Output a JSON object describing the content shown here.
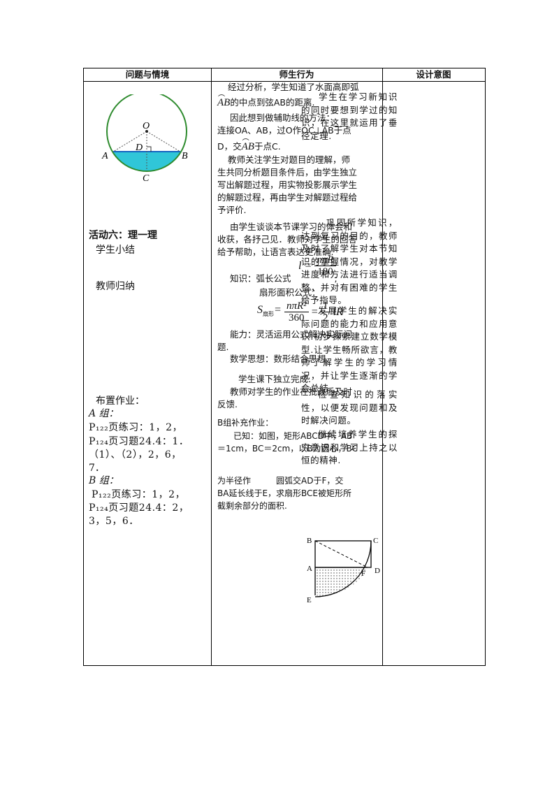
{
  "headers": [
    "问题与情境",
    "师生行为",
    "设计意图"
  ],
  "figure1_labels": {
    "O": "O",
    "D": "D",
    "A": "A",
    "B": "B",
    "C": "C"
  },
  "col1": {
    "activity_title": "活动六：理一理",
    "student_summary": "学生小结",
    "teacher_summary": "教师归纳",
    "homework": "布置作业：",
    "groupA": "A 组：",
    "a_line1": "P₁₂₂页练习：1，2，",
    "a_line2": "P₁₂₄页习题24.4：1．",
    "a_line3": "（1）、（2），2，6，",
    "a_line4": "7．",
    "groupB": "B 组：",
    "b_line1": "P₁₂₂页练习：1，2，",
    "b_line2": "P₁₂₄页习题24.4：2，",
    "b_line3": "3，5，6．"
  },
  "col2": {
    "p1_l1": "经过分析，学生知道了水面高即弧",
    "p1_l2": "的中点到弦AB的距离.",
    "p1_l3": "因此想到做辅助线的方法：",
    "p1_l4": "连接OA、AB，过O作OC⊥AB于点",
    "p1_l5": "D，交",
    "p1_l5b": "于点C.",
    "arc_label": "AB",
    "p2_l1": "教师关注学生对题目的理解，师",
    "p2_l2": "生共同分析题目条件后，由学生独立",
    "p2_l3": "写出解题过程，用实物投影展示学生",
    "p2_l4": "的解题过程，再由学生对解题过程给",
    "p2_l5": "予评价.",
    "p3_l1": "由学生谈谈本节课学习的体会和",
    "p3_l2": "收获，各抒己见．教师对学生的回答",
    "p3_l3": "给予帮助，让语言表达更准确.",
    "knowledge": "知识：弧长公式",
    "formula1_lhs": "l =",
    "formula1_num": "nπR",
    "formula1_den": "180",
    "sector_label": "扇形面积公式：",
    "formula2_lhs": "S",
    "formula2_sub": "扇形",
    "formula2_num": "nπR²",
    "formula2_den": "360",
    "formula2_num2": "1",
    "formula2_den2": "2",
    "formula2_tail": "lR",
    "ability1": "能力：灵活运用公式解决实际问",
    "ability2": "题.",
    "math_thought": "数学思想：数形结合思想.",
    "p4_l1": "学生课下独立完成.",
    "p4_l2": "教师对学生的作业在批改后及时",
    "p4_l3": "反馈.",
    "b_title": "B组补充作业：",
    "b_l1": "已知：如图，矩形ABCD中，AB",
    "b_l2": "＝1cm，BC＝2cm，以B为圆心，BC",
    "b_l3": "为半径作　　　圆弧交AD于F，交",
    "b_l4": "BA延长线于E，求扇形BCE被矩形所",
    "b_l5": "截剩余部分的面积."
  },
  "figure2_labels": {
    "B": "B",
    "C": "C",
    "A": "A",
    "D": "D",
    "F": "F",
    "E": "E"
  },
  "col3": {
    "p1": "学生在学习新知识的同时要想到学过的知识，在这里就运用了垂径定理.",
    "p2": "巩固所学知识，达到复习的目的，教师及时了解学生对本节知识的掌握情况，对教学进度和方法进行适当调整，并对有困难的学生给予指导。",
    "p3": "发展学生的解决实际问题的能力和应用意识.初步探索建立数学模型.让学生畅所欲言，教师了解学生的学习情况，并让学生逐渐的学会总结。",
    "p4": "检查知识的落实性，以便发现问题和及时解决问题。",
    "p5": "继续培养学生的探究意识和学习上持之以恒的精神."
  }
}
